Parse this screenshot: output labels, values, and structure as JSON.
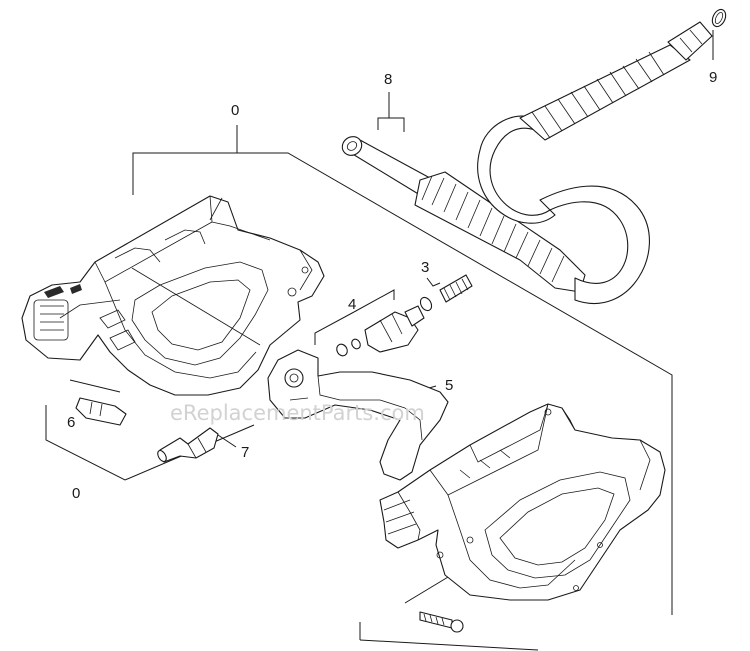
{
  "diagram": {
    "callouts": {
      "top_housing_group": "0",
      "bottom_housing_group": "0",
      "spring": "3",
      "valve_insert": "4",
      "trigger_lever": "5",
      "retainer_clip": "6",
      "nozzle_pin": "7",
      "hose_pipe": "8",
      "o_ring": "9"
    },
    "watermark": "eReplacementParts.com",
    "line_color": "#1a1a1a",
    "watermark_color": "#d2d2d2"
  }
}
